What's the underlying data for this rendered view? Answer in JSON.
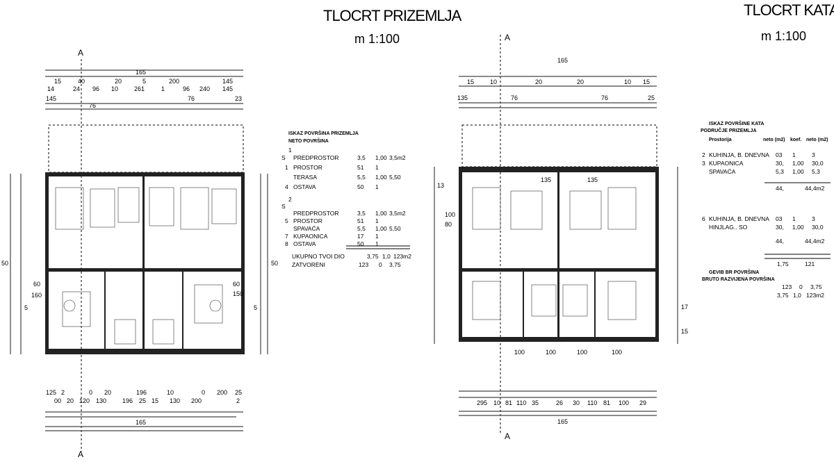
{
  "titles": {
    "left": "TLOCRT PRIZEMLJA",
    "left_scale": "m 1:100",
    "right": "TLOCRT KATA",
    "right_scale": "m 1:100"
  },
  "section_marks": {
    "left_top": "A",
    "left_bottom": "A",
    "right_top": "A",
    "right_bottom": "A"
  },
  "left_plan": {
    "overall": "165",
    "top_row1": [
      "15",
      "40",
      "20",
      "5",
      "200",
      "145"
    ],
    "top_row2": [
      "14",
      "24",
      "96",
      "10",
      "261",
      "1",
      "96",
      "240",
      "145"
    ],
    "top_row3": [
      "145",
      "76",
      "76",
      "23"
    ],
    "bottom_row1": [
      "125",
      "2",
      "0",
      "20",
      "196",
      "10",
      "0",
      "200",
      "25"
    ],
    "bottom_row2": [
      "00",
      "20",
      "120",
      "130",
      "196",
      "25",
      "15",
      "130",
      "200",
      "2"
    ],
    "bottom_overall": "165",
    "side_left": [
      "50",
      "60",
      "160",
      "5"
    ],
    "side_right": [
      "50",
      "60",
      "150",
      "5"
    ]
  },
  "right_plan": {
    "overall": "165",
    "top_row1": [
      "15",
      "10",
      "20",
      "20",
      "10",
      "15"
    ],
    "top_row2": [
      "135",
      "76",
      "76",
      "25"
    ],
    "inner": [
      "135",
      "135"
    ],
    "bottom_row1": [
      "100",
      "100",
      "100",
      "100"
    ],
    "bottom_row2": [
      "295",
      "10",
      "81",
      "110",
      "35",
      "26",
      "30",
      "110",
      "81",
      "100",
      "29"
    ],
    "bottom_overall": "165",
    "side": [
      "13",
      "100",
      "80",
      "17",
      "15"
    ]
  },
  "left_table": {
    "header": "ISKAZ POVRŠINA PRIZEMLJA",
    "subheader": "NETO POVRŠINA",
    "group1": "1",
    "group1_label": "S",
    "rows1": [
      {
        "no": "",
        "name": "PREDPROSTOR",
        "a": "3,5",
        "k": "1,00",
        "n": "3,5m2"
      },
      {
        "no": "1",
        "name": "PROSTOR",
        "a": "51",
        "k": "1",
        "n": ""
      },
      {
        "no": "",
        "name": "TERASA",
        "a": "5,5",
        "k": "1,00",
        "n": "5,50"
      },
      {
        "no": "4",
        "name": "OSTAVA",
        "a": "50",
        "k": "1",
        "n": ""
      }
    ],
    "group2": "2",
    "group2_label": "S",
    "rows2": [
      {
        "no": "",
        "name": "PREDPROSTOR",
        "a": "3,5",
        "k": "1,00",
        "n": "3,5m2"
      },
      {
        "no": "5",
        "name": "PROSTOR",
        "a": "51",
        "k": "1",
        "n": ""
      },
      {
        "no": "",
        "name": "SPAVAĆA",
        "a": "5,5",
        "k": "1,00",
        "n": "5,50"
      },
      {
        "no": "7",
        "name": "KUPAONICA",
        "a": "17",
        "k": "1",
        "n": ""
      },
      {
        "no": "8",
        "name": "OSTAVA",
        "a": "50",
        "k": "1",
        "n": ""
      }
    ],
    "total1_label": "UKUPNO TVOI DIO",
    "total1": {
      "a": "3,75",
      "k": "1,0",
      "n": "123m2"
    },
    "total2_label": "ZATVORENI",
    "total2": {
      "a": "123",
      "k": "0",
      "n": "3,75"
    }
  },
  "right_table": {
    "header": "ISKAZ POVRŠINE KATA",
    "subheader": "PODRUČJE PRIZEMLJA",
    "col_names": [
      "Prostorija",
      "neto (m2)",
      "koef.",
      "neto (m2)"
    ],
    "rows1": [
      {
        "no": "2",
        "name": "KUHINJA, B. DNEVNA",
        "a": "03",
        "k": "1",
        "n": "3"
      },
      {
        "no": "3",
        "name": "KUPAONICA",
        "a": "30,",
        "k": "1,00",
        "n": "30,0"
      },
      {
        "no": "",
        "name": "SPAVAĆA",
        "a": "5,3",
        "k": "1,00",
        "n": "5,3"
      }
    ],
    "sum1": {
      "a": "44,",
      "n": "44,4m2"
    },
    "rows2": [
      {
        "no": "6",
        "name": "KUHINJA, B. DNEVNA",
        "a": "03",
        "k": "1",
        "n": "3"
      },
      {
        "no": "",
        "name": "HINJLAG.. SO",
        "a": "30,",
        "k": "1,00",
        "n": "30,0"
      }
    ],
    "sum2": {
      "a": "44,",
      "n": "44,4m2"
    },
    "totals": {
      "a": "1,75",
      "n": "121"
    },
    "footer1": "GEVIB BR POVRŠINA",
    "footer2": "BRUTO RAZVIJENA POVRŠINA",
    "footer_vals": {
      "a": "123",
      "k": "0",
      "n": "3,75"
    },
    "footer_vals2": {
      "a": "3,75",
      "k": "1,0",
      "n": "123m2"
    }
  }
}
